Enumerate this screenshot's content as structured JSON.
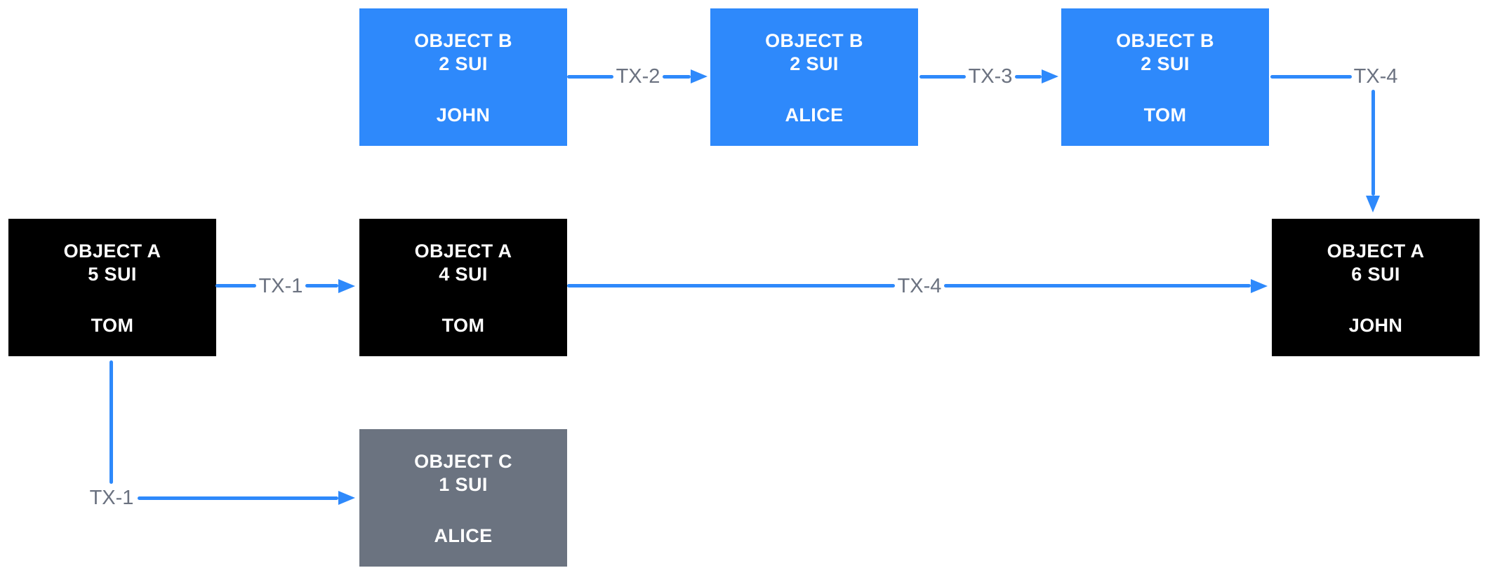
{
  "diagram": {
    "description": "Object ownership flow diagram with transaction arrows",
    "colors": {
      "node_blue": "#2E89FB",
      "node_black": "#000000",
      "node_gray": "#6B7380",
      "arrow_blue": "#2E89FB",
      "edge_label_gray": "#6B7280",
      "background": "#FFFFFF"
    },
    "nodes": [
      {
        "id": "object-b-john",
        "title": "OBJECT B",
        "amount": "2 SUI",
        "owner": "JOHN",
        "variant": "blue"
      },
      {
        "id": "object-b-alice",
        "title": "OBJECT B",
        "amount": "2 SUI",
        "owner": "ALICE",
        "variant": "blue"
      },
      {
        "id": "object-b-tom",
        "title": "OBJECT B",
        "amount": "2 SUI",
        "owner": "TOM",
        "variant": "blue"
      },
      {
        "id": "object-a-5-tom",
        "title": "OBJECT A",
        "amount": "5 SUI",
        "owner": "TOM",
        "variant": "black"
      },
      {
        "id": "object-a-4-tom",
        "title": "OBJECT A",
        "amount": "4 SUI",
        "owner": "TOM",
        "variant": "black"
      },
      {
        "id": "object-a-6-john",
        "title": "OBJECT A",
        "amount": "6 SUI",
        "owner": "JOHN",
        "variant": "black"
      },
      {
        "id": "object-c-alice",
        "title": "OBJECT C",
        "amount": "1 SUI",
        "owner": "ALICE",
        "variant": "gray"
      }
    ],
    "edges": [
      {
        "label": "TX-1",
        "from": "object-a-5-tom",
        "to": "object-a-4-tom"
      },
      {
        "label": "TX-1",
        "from": "object-a-5-tom",
        "to": "object-c-alice"
      },
      {
        "label": "TX-2",
        "from": "object-b-john",
        "to": "object-b-alice"
      },
      {
        "label": "TX-3",
        "from": "object-b-alice",
        "to": "object-b-tom"
      },
      {
        "label": "TX-4",
        "from": "object-b-tom",
        "to": "object-a-6-john"
      },
      {
        "label": "TX-4",
        "from": "object-a-4-tom",
        "to": "object-a-6-john"
      }
    ]
  }
}
